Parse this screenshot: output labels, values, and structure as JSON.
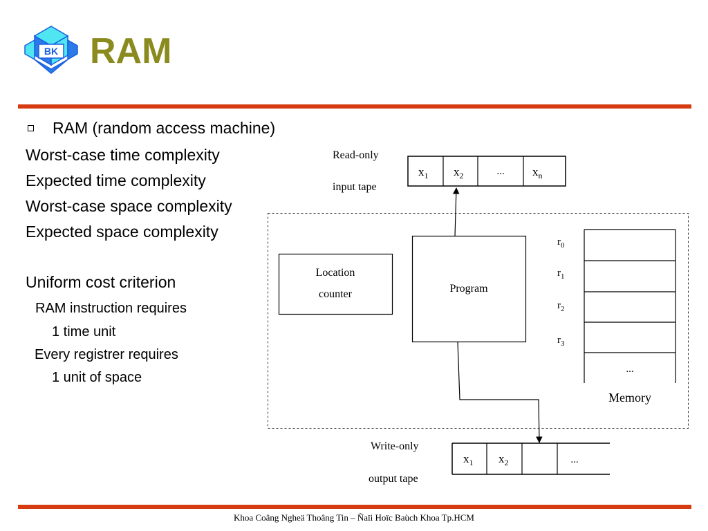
{
  "slide": {
    "title": "RAM",
    "logo_text": "BK",
    "bullet": "RAM (random access machine)",
    "lines": [
      "Worst-case time complexity",
      "Expected time complexity",
      "Worst-case space complexity",
      "Expected space complexity",
      "Uniform cost criterion"
    ],
    "sub_lines": [
      "RAM instruction requires",
      "1 time unit",
      "Every registrer requires",
      "1 unit of space"
    ],
    "footer": "Khoa Coâng Ngheä Thoâng Tin – Ñaïi Hoïc Baùch Khoa Tp.HCM"
  },
  "diagram": {
    "input_label_1": "Read-only",
    "input_label_2": "input tape",
    "input_cells": [
      "x",
      "x",
      "...",
      "x"
    ],
    "input_subs": [
      "1",
      "2",
      "",
      "n"
    ],
    "location_counter_1": "Location",
    "location_counter_2": "counter",
    "program": "Program",
    "registers": [
      "r",
      "r",
      "r",
      "r"
    ],
    "register_subs": [
      "0",
      "1",
      "2",
      "3"
    ],
    "memory_ellipsis": "...",
    "memory_label": "Memory",
    "output_label_1": "Write-only",
    "output_label_2": "output tape",
    "output_cells": [
      "x",
      "x",
      "",
      "..."
    ],
    "output_subs": [
      "1",
      "2",
      "",
      ""
    ]
  },
  "colors": {
    "title": "#8a8a1e",
    "rule": "#d63a10",
    "logo_light": "#3ee8f0",
    "logo_dark": "#1a5fe0"
  }
}
